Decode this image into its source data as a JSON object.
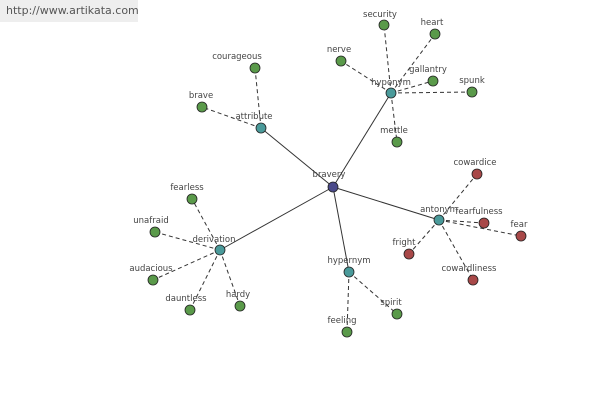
{
  "banner": {
    "url": "http://www.artikata.com"
  },
  "colors": {
    "root": "#4a4a8a",
    "relation": "#4a9a9a",
    "leaf_positive": "#5a9a4a",
    "leaf_antonym": "#a84848",
    "edge": "#333333"
  },
  "graph": {
    "root": {
      "id": "bravery",
      "label": "bravery"
    },
    "relations": [
      {
        "id": "hyponym",
        "label": "hyponym",
        "leaves": [
          {
            "id": "security",
            "label": "security",
            "kind": "positive"
          },
          {
            "id": "heart",
            "label": "heart",
            "kind": "positive"
          },
          {
            "id": "nerve",
            "label": "nerve",
            "kind": "positive"
          },
          {
            "id": "gallantry",
            "label": "gallantry",
            "kind": "positive"
          },
          {
            "id": "spunk",
            "label": "spunk",
            "kind": "positive"
          },
          {
            "id": "mettle",
            "label": "mettle",
            "kind": "positive"
          }
        ]
      },
      {
        "id": "attribute",
        "label": "attribute",
        "leaves": [
          {
            "id": "courageous",
            "label": "courageous",
            "kind": "positive"
          },
          {
            "id": "brave",
            "label": "brave",
            "kind": "positive"
          }
        ]
      },
      {
        "id": "antonym",
        "label": "antonym",
        "leaves": [
          {
            "id": "cowardice",
            "label": "cowardice",
            "kind": "antonym"
          },
          {
            "id": "fearfulness",
            "label": "fearfulness",
            "kind": "antonym"
          },
          {
            "id": "fear",
            "label": "fear",
            "kind": "antonym"
          },
          {
            "id": "fright",
            "label": "fright",
            "kind": "antonym"
          },
          {
            "id": "cowardliness",
            "label": "cowardliness",
            "kind": "antonym"
          }
        ]
      },
      {
        "id": "derivation",
        "label": "derivation",
        "leaves": [
          {
            "id": "fearless",
            "label": "fearless",
            "kind": "positive"
          },
          {
            "id": "unafraid",
            "label": "unafraid",
            "kind": "positive"
          },
          {
            "id": "audacious",
            "label": "audacious",
            "kind": "positive"
          },
          {
            "id": "dauntless",
            "label": "dauntless",
            "kind": "positive"
          },
          {
            "id": "hardy",
            "label": "hardy",
            "kind": "positive"
          }
        ]
      },
      {
        "id": "hypernym",
        "label": "hypernym",
        "leaves": [
          {
            "id": "feeling",
            "label": "feeling",
            "kind": "positive"
          },
          {
            "id": "spirit",
            "label": "spirit",
            "kind": "positive"
          }
        ]
      }
    ]
  }
}
